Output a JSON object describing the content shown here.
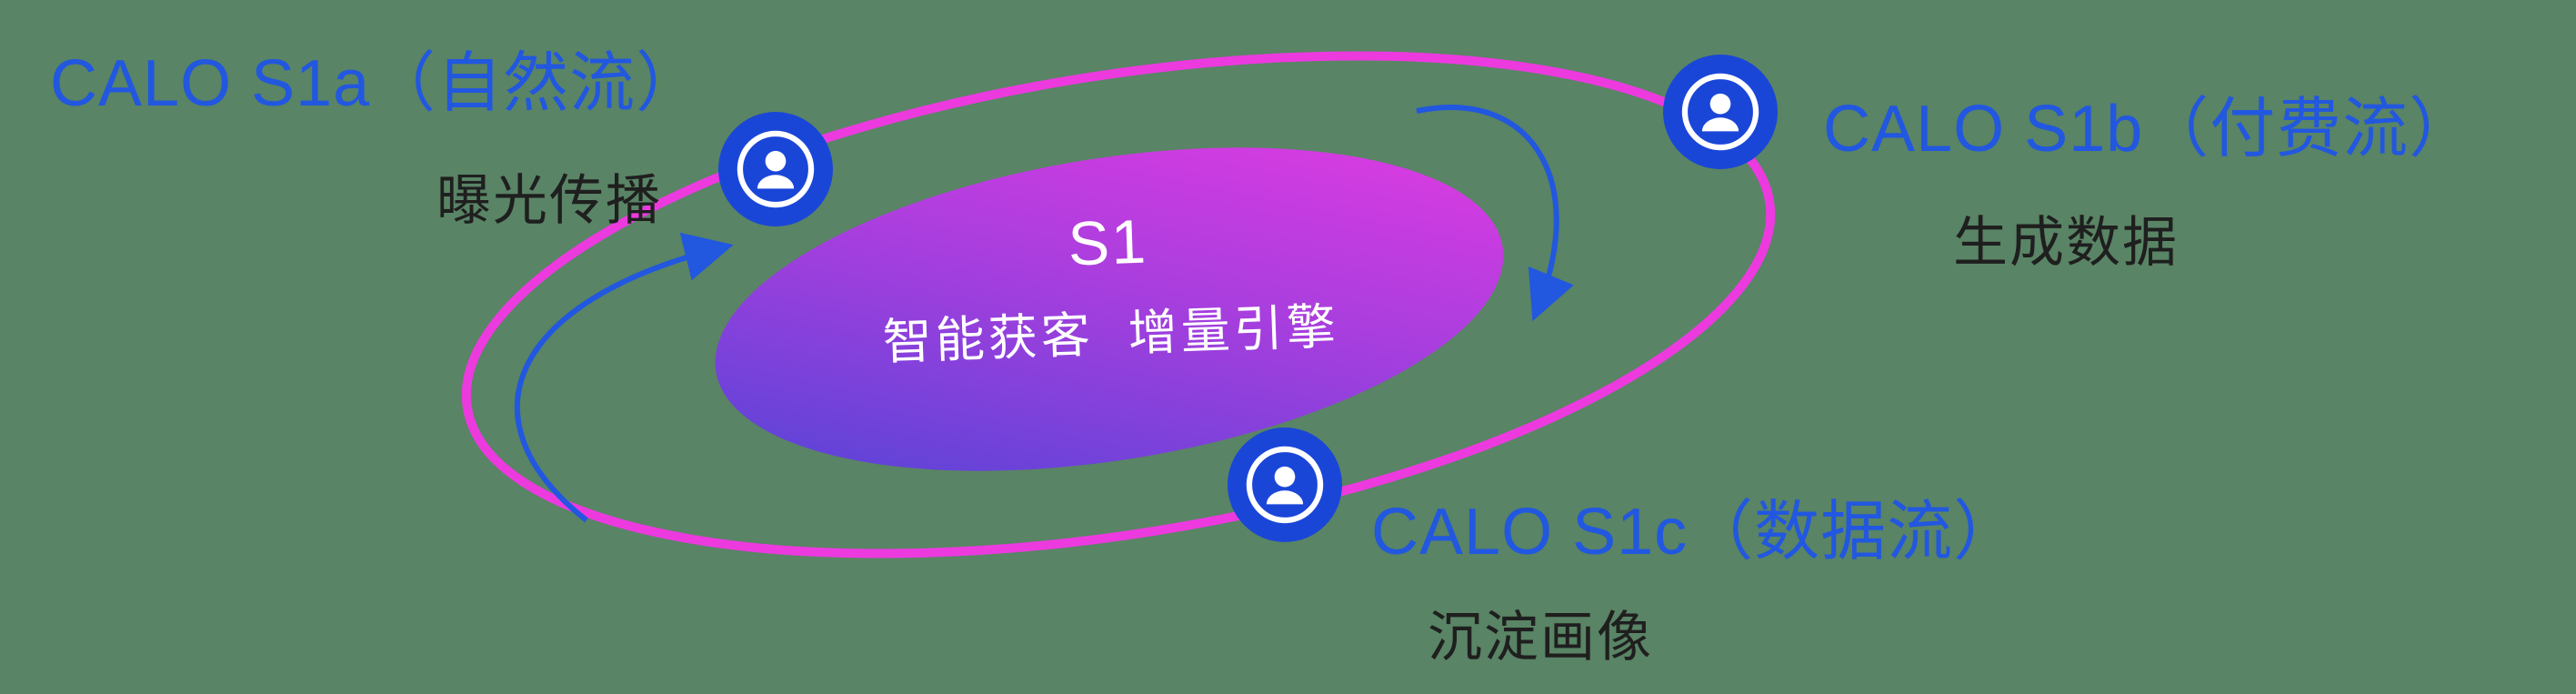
{
  "canvas": {
    "background_color": "#598465"
  },
  "center": {
    "title": "S1",
    "subtitle": "智能获客  增量引擎",
    "gradient_start_color": "#4b45d6",
    "gradient_end_color": "#e83ae2",
    "text_color": "#ffffff"
  },
  "orbit": {
    "ring_color": "#ec3adf",
    "arrow_color": "#2257e0"
  },
  "nodes": [
    {
      "id": "s1a",
      "title": "CALO S1a（自然流）",
      "subtitle": "曝光传播",
      "icon": "person-icon",
      "position": "top-left"
    },
    {
      "id": "s1b",
      "title": "CALO S1b（付费流）",
      "subtitle": "生成数据",
      "icon": "person-icon",
      "position": "top-right"
    },
    {
      "id": "s1c",
      "title": "CALO S1c（数据流）",
      "subtitle": "沉淀画像",
      "icon": "person-icon",
      "position": "bottom-center"
    }
  ],
  "colors": {
    "title_blue": "#2257e0",
    "subtitle_dark": "#1f1f1f",
    "node_blue": "#1a46d8"
  }
}
